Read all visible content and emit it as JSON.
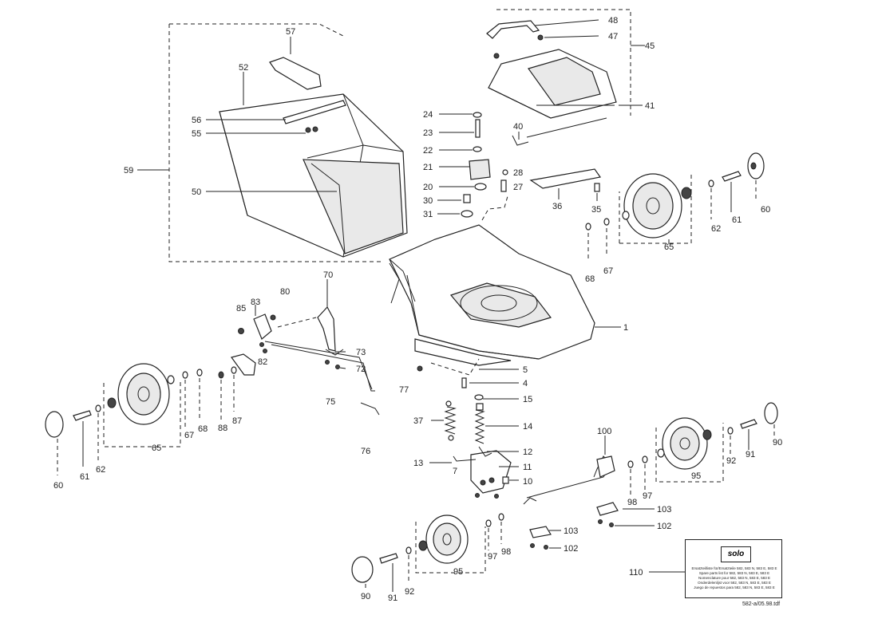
{
  "labels": {
    "n1": "1",
    "n4": "4",
    "n5": "5",
    "n7": "7",
    "n10": "10",
    "n11": "11",
    "n12": "12",
    "n13": "13",
    "n14": "14",
    "n15": "15",
    "n20": "20",
    "n21": "21",
    "n22": "22",
    "n23": "23",
    "n24": "24",
    "n27": "27",
    "n28": "28",
    "n30": "30",
    "n31": "31",
    "n35": "35",
    "n36": "36",
    "n37": "37",
    "n40": "40",
    "n41": "41",
    "n45": "45",
    "n47": "47",
    "n48": "48",
    "n50": "50",
    "n52": "52",
    "n55": "55",
    "n56": "56",
    "n57": "57",
    "n59": "59",
    "n60a": "60",
    "n61a": "61",
    "n62a": "62",
    "n65a": "65",
    "n67a": "67",
    "n68a": "68",
    "n60b": "60",
    "n61b": "61",
    "n62b": "62",
    "n65b": "65",
    "n67b": "67",
    "n68b": "68",
    "n70": "70",
    "n72": "72",
    "n73": "73",
    "n75": "75",
    "n76": "76",
    "n77": "77",
    "n80": "80",
    "n82": "82",
    "n83": "83",
    "n85": "85",
    "n87": "87",
    "n88": "88",
    "n90a": "90",
    "n91a": "91",
    "n92a": "92",
    "n95a": "95",
    "n97a": "97",
    "n98a": "98",
    "n90b": "90",
    "n91b": "91",
    "n92b": "92",
    "n95b": "95",
    "n97b": "97",
    "n98b": "98",
    "n100": "100",
    "n102a": "102",
    "n103a": "103",
    "n102b": "102",
    "n103b": "103",
    "n110": "110"
  },
  "legend": {
    "logo": "solo",
    "lines": [
      "Ersatzteilliste für/Ersatzteile 582, 583 N, 583 E, 583 E",
      "Spare parts list for 582, 583 N, 583 E, 583 E",
      "Nomenclature pour 582, 583 N, 583 E, 583 E",
      "Onderdelenlijst voor 582, 583 N, 583 E, 583 E",
      "Juego de repuestos para 582, 583 N, 583 E, 583 E"
    ]
  },
  "doc_code": "582-a/05.98.tdf"
}
